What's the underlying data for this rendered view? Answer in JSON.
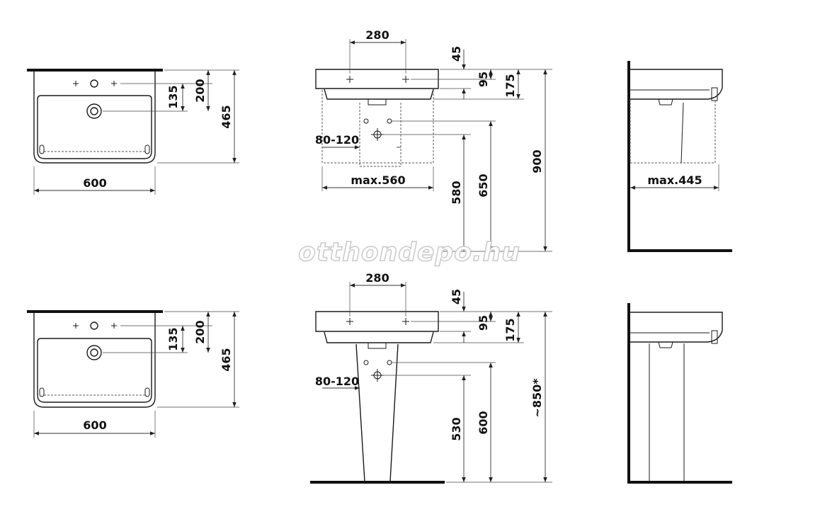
{
  "watermark": "otthondepo.hu",
  "top_row": {
    "plan": {
      "width": "600",
      "depth": "465",
      "tap_to_rim": "200",
      "tap_to_bowl": "135"
    },
    "front": {
      "tap_spacing": "280",
      "rim_height": "45",
      "tap_offset": "95",
      "bowl_depth": "175",
      "waste_range": "80-120",
      "max_width": "max.560",
      "h1": "580",
      "h2": "650",
      "total_height": "900"
    },
    "side": {
      "max_depth": "max.445"
    }
  },
  "bottom_row": {
    "plan": {
      "width": "600",
      "depth": "465",
      "tap_to_rim": "200",
      "tap_to_bowl": "135"
    },
    "front": {
      "tap_spacing": "280",
      "rim_height": "45",
      "tap_offset": "95",
      "bowl_depth": "175",
      "waste_range": "80-120",
      "h1": "530",
      "h2": "600",
      "total_height": "~850*"
    }
  }
}
